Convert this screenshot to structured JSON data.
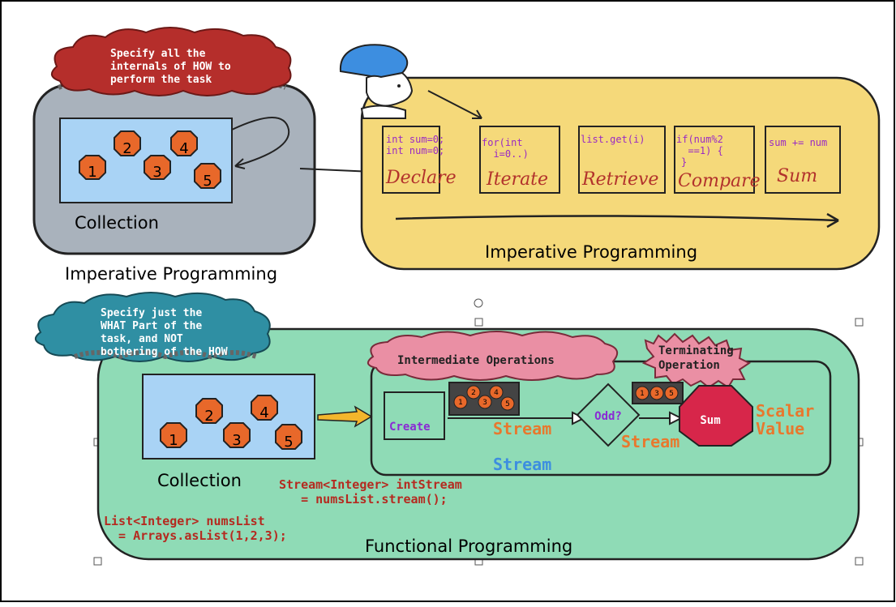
{
  "top": {
    "cloud_text": [
      "Specify all the",
      "internals of HOW to",
      "perform the task"
    ],
    "collection_label": "Collection",
    "caption": "Imperative Programming",
    "steps": [
      {
        "code": [
          "int sum=0;",
          "int num=0;"
        ],
        "label": "Declare"
      },
      {
        "code": [
          "for(int",
          "  i=0..)"
        ],
        "label": "Iterate"
      },
      {
        "code": [
          "list.get(i)"
        ],
        "label": "Retrieve"
      },
      {
        "code": [
          "if(num%2",
          "  ==1) {",
          "}"
        ],
        "label": "Compare"
      },
      {
        "code": [
          "sum += num"
        ],
        "label": "Sum"
      }
    ],
    "panel_caption": "Imperative Programming",
    "numbers": [
      "1",
      "2",
      "3",
      "4",
      "5"
    ]
  },
  "bottom": {
    "cloud_text": [
      "Specify just the",
      "WHAT Part of the",
      "task, and NOT",
      "bothering of the HOW"
    ],
    "collection_label": "Collection",
    "numbers": [
      "1",
      "2",
      "3",
      "4",
      "5"
    ],
    "intermediate_label": "Intermediate Operations",
    "terminating_label": [
      "Terminating",
      "Operation"
    ],
    "create_label": "Create",
    "odd_label": "Odd?",
    "sum_label": "Sum",
    "stream_label_1": "Stream",
    "stream_label_2": "Stream",
    "stream_label_3": "Stream",
    "scalar_label": [
      "Scalar",
      "Value"
    ],
    "stream_code": [
      "Stream<Integer> intStream",
      "   = numsList.stream();"
    ],
    "list_code": [
      "List<Integer> numsList",
      "  = Arrays.asList(1,2,3);"
    ],
    "caption": "Functional Programming",
    "mini_numbers_1": [
      "1",
      "2",
      "3",
      "4",
      "5"
    ],
    "mini_numbers_2": [
      "1",
      "3",
      "5"
    ]
  },
  "colors": {
    "cloud_red": "#b52e2b",
    "cloud_teal": "#2f8fa3",
    "gray_box": "#a9b2bc",
    "yellow_panel": "#f5d97a",
    "green_panel": "#8fdbb6",
    "light_blue": "#a9d3f5",
    "hex_orange": "#e8682a",
    "code_purple": "#9a2ac4",
    "label_red": "#b2322c",
    "stream_orange": "#e8782e",
    "stream_blue": "#3d8ee0",
    "pink_cloud": "#ea8fa4",
    "sum_red": "#d7264a",
    "code_red": "#b52a20"
  }
}
